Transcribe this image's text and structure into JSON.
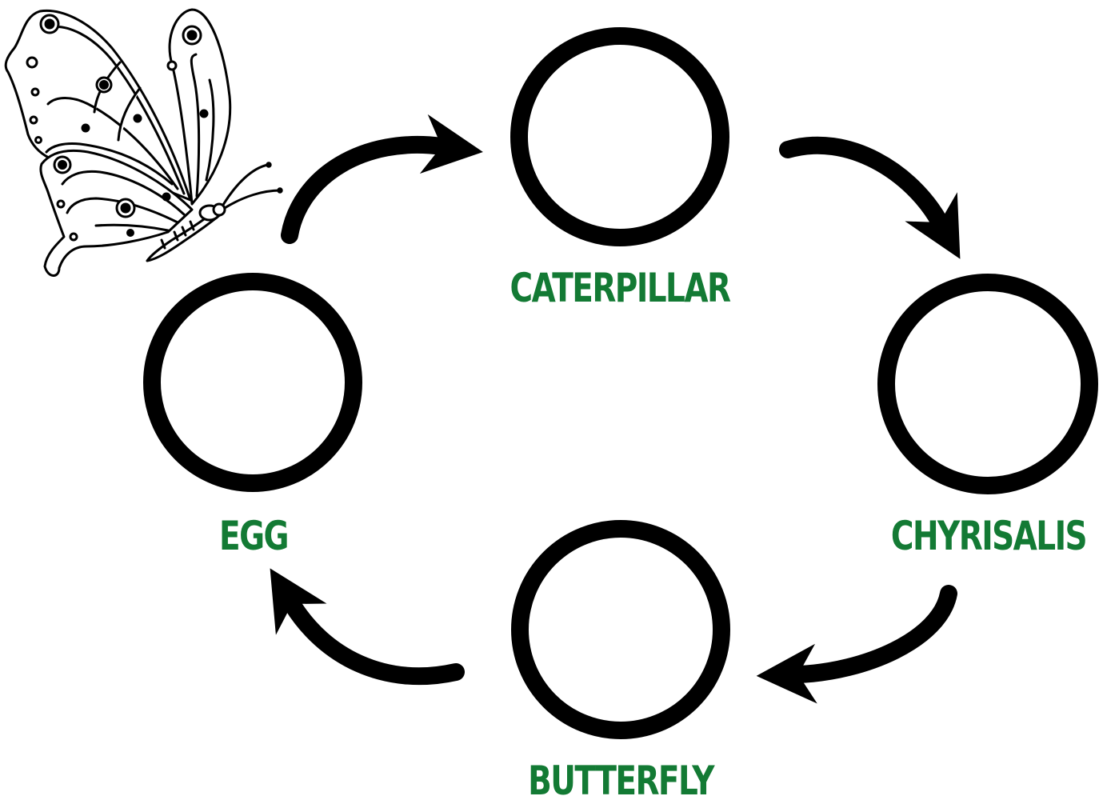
{
  "diagram": {
    "stages": {
      "caterpillar": "CATERPILLAR",
      "chrysalis": "CHYRISALIS",
      "butterfly": "BUTTERFLY",
      "egg": "EGG"
    },
    "colors": {
      "label": "#137a34",
      "stroke": "#000000",
      "background": "#ffffff"
    },
    "icons": {
      "illustration": "butterfly-illustration",
      "arrows": "curved-arrow"
    }
  }
}
